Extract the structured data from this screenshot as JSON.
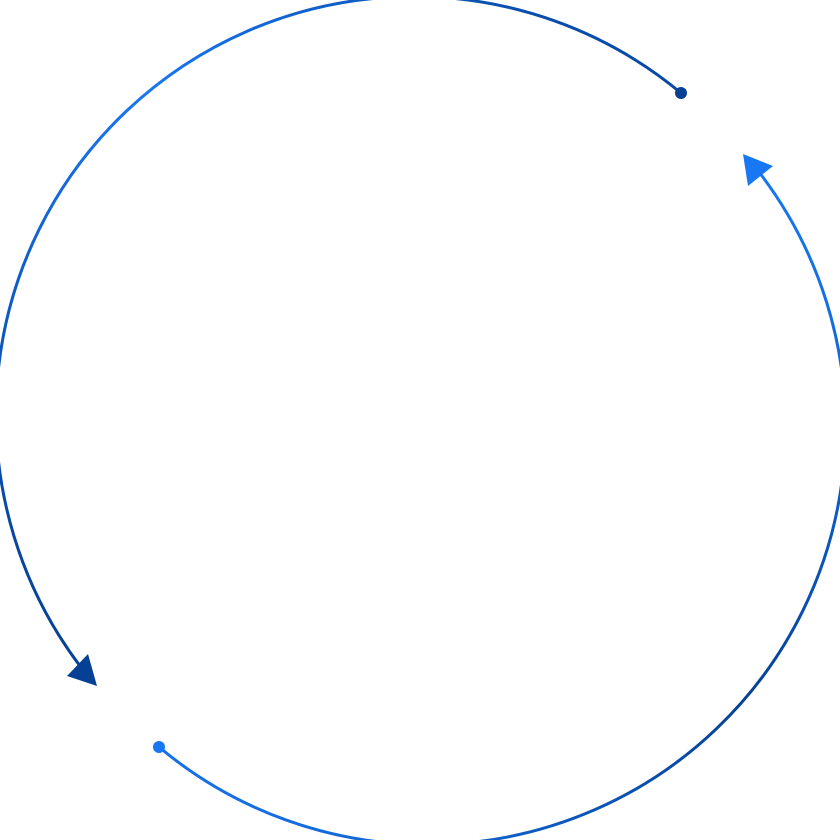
{
  "diagram": {
    "kind": "circular cycle with two arrows",
    "direction": "counterclockwise",
    "colors": {
      "light_blue": "#1877f2",
      "dark_blue": "#054095",
      "background": "#ffffff"
    },
    "arcs": [
      {
        "name": "left-arc",
        "start_marker": "dot",
        "end_marker": "arrowhead",
        "gradient": [
          "#054095",
          "#1877f2",
          "#054095"
        ]
      },
      {
        "name": "right-arc",
        "start_marker": "dot",
        "end_marker": "arrowhead",
        "gradient": [
          "#1877f2",
          "#054095",
          "#1877f2"
        ]
      }
    ]
  }
}
